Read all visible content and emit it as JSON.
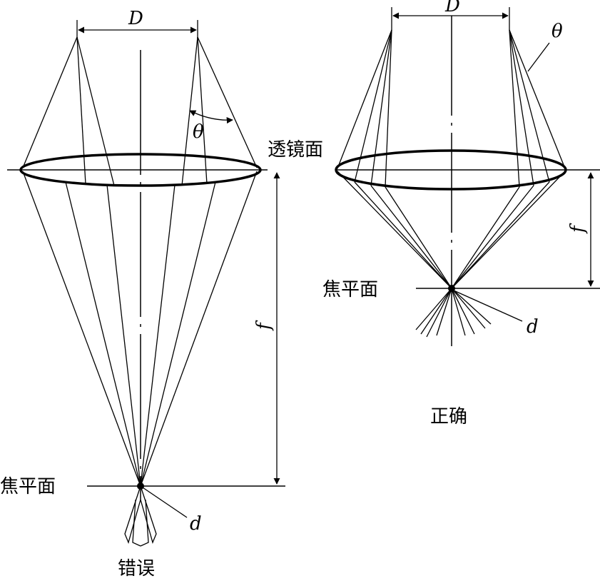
{
  "labels": {
    "left_aperture": "D",
    "left_angle": "θ",
    "lens_plane": "透镜面",
    "left_focal_length": "f",
    "left_focal_plane": "焦平面",
    "left_spot": "d",
    "left_caption": "错误",
    "right_aperture": "D",
    "right_angle": "θ",
    "right_focal_length": "f",
    "right_focal_plane": "焦平面",
    "right_spot": "d",
    "right_caption": "正确"
  },
  "colors": {
    "line": "#000000",
    "background": "#ffffff"
  }
}
